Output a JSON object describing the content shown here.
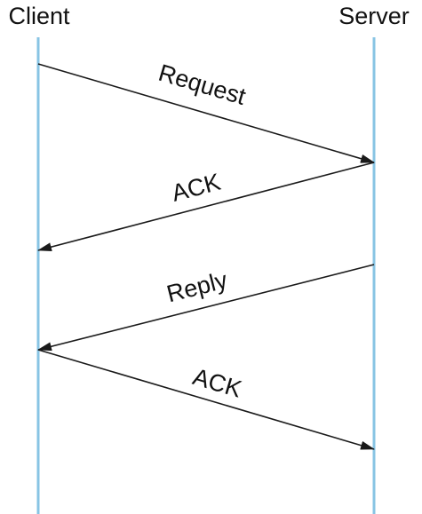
{
  "participants": {
    "client": {
      "label": "Client"
    },
    "server": {
      "label": "Server"
    }
  },
  "messages": [
    {
      "label": "Request",
      "from": "Client",
      "to": "Server"
    },
    {
      "label": "ACK",
      "from": "Server",
      "to": "Client"
    },
    {
      "label": "Reply",
      "from": "Server",
      "to": "Client"
    },
    {
      "label": "ACK",
      "from": "Client",
      "to": "Server"
    }
  ],
  "colors": {
    "lifeline": "#88c4e4",
    "arrow": "#1a1a1a",
    "text": "#111111"
  }
}
